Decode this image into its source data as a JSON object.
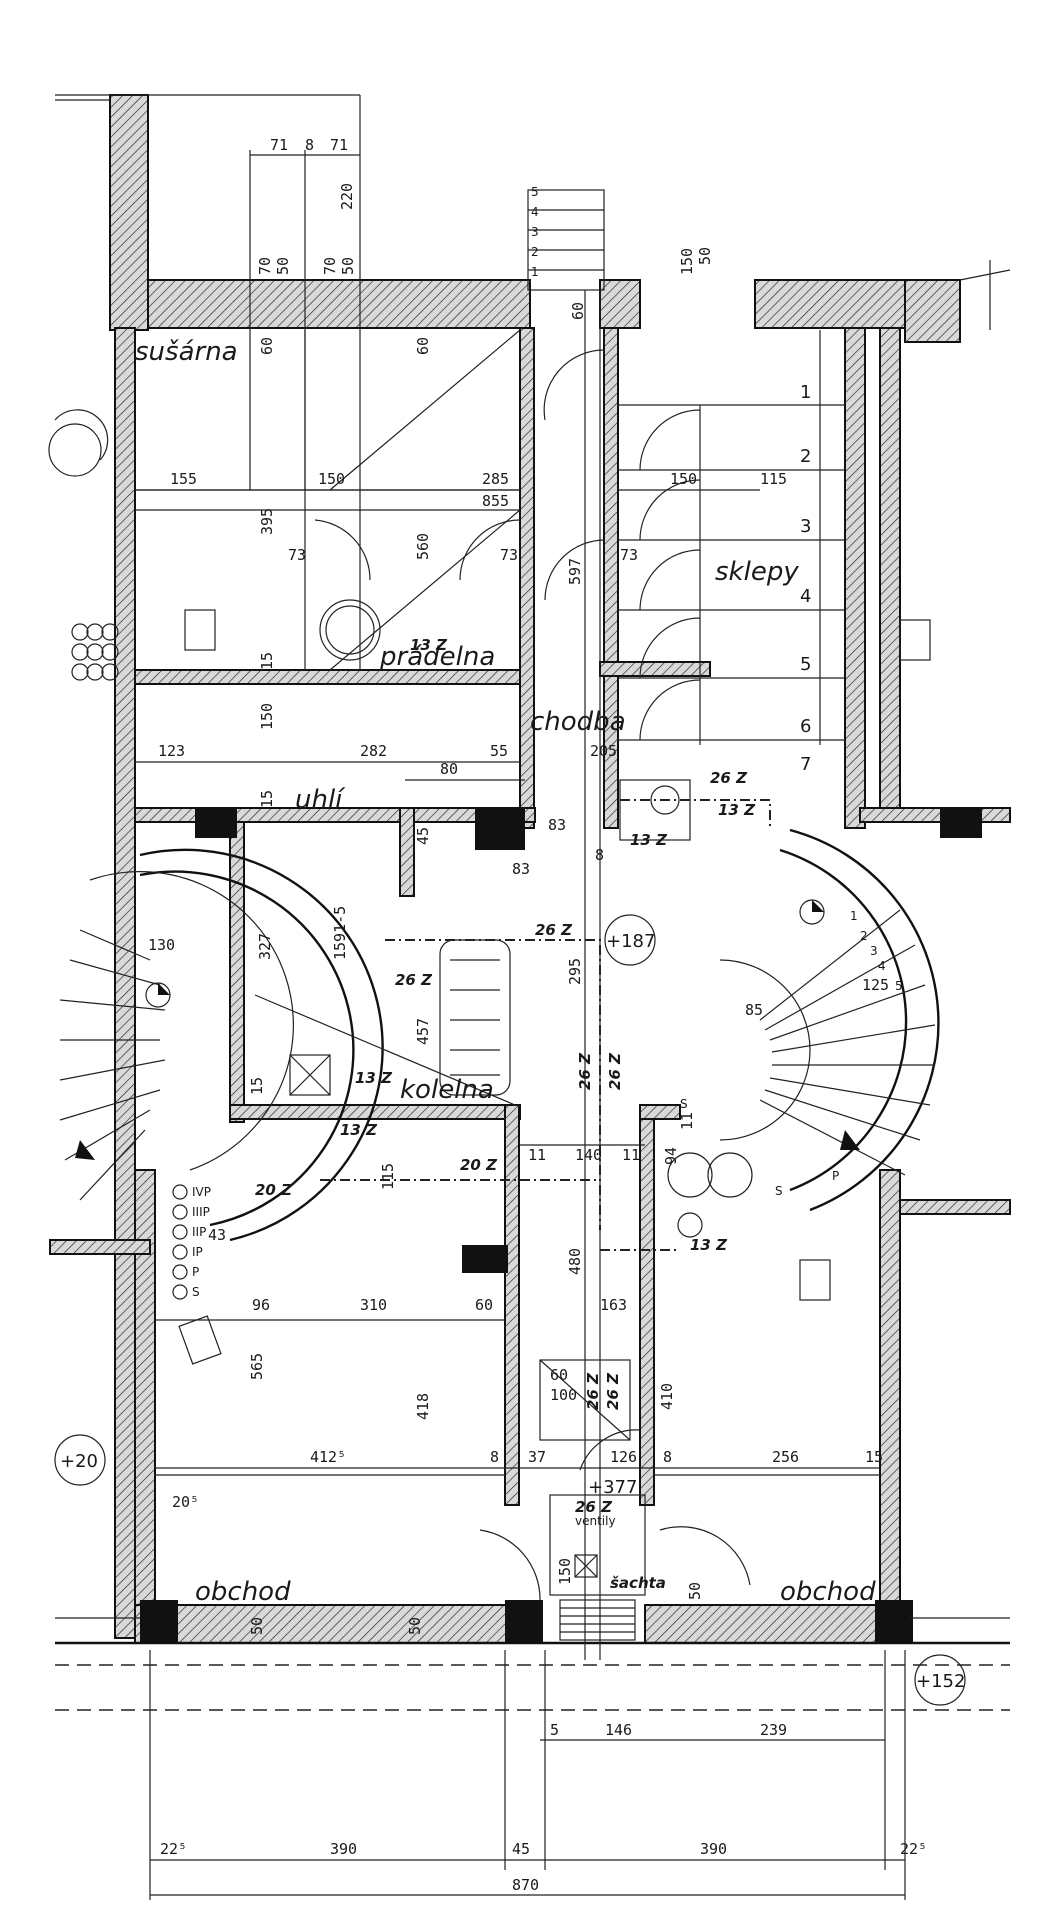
{
  "rooms": {
    "susarna": "sušárna",
    "pradelna": "prádelna",
    "sklepy": "sklepy",
    "chodba": "chodba",
    "uhli": "uhlí",
    "kolelna": "kolelna",
    "obchod_left": "obchod",
    "obchod_right": "obchod",
    "sachta": "šachta",
    "ventily": "ventily"
  },
  "cellar_numbers": [
    "1",
    "2",
    "3",
    "4",
    "5",
    "6",
    "7"
  ],
  "stair_steps": [
    "5",
    "4",
    "3",
    "2",
    "1"
  ],
  "level_marks": {
    "center": "+187",
    "left": "+20",
    "right": "+152",
    "shaft": "+377"
  },
  "notes": {
    "n26z_a": "26 Z",
    "n26z_b": "26 Z",
    "n26z_c": "26 Z",
    "n13z_a": "13 Z",
    "n13z_b": "13 Z",
    "n13z_c": "13 Z",
    "n13z_d": "13 Z",
    "n13z_e": "13 Z",
    "n13z_f": "13 Z",
    "n20z_a": "20 Z",
    "n20z_b": "20 Z",
    "n26z_v1": "26 Z",
    "n26z_v2": "26 Z",
    "n26z_v3": "26 Z",
    "n26z_v4": "26 Z",
    "n26z_shaft": "26 Z"
  },
  "electrical_labels": [
    "IVP",
    "IIIP",
    "IIP",
    "IP",
    "P",
    "S"
  ],
  "dimensions": {
    "top_71a": "71",
    "top_8": "8",
    "top_71b": "71",
    "v220": "220",
    "v70a": "70",
    "v50a": "50",
    "v70b": "70",
    "v50b": "50",
    "v60a": "60",
    "v60b": "60",
    "v60c": "60",
    "v150": "150",
    "v50c": "50",
    "d155": "155",
    "d150a": "150",
    "d285": "285",
    "d855": "855",
    "d150b": "150",
    "d115": "115",
    "v395": "395",
    "v73a": "73",
    "v560": "560",
    "v73b": "73",
    "v597": "597",
    "v73c": "73",
    "v15a": "15",
    "v150c": "150",
    "v15b": "15",
    "d123": "123",
    "d282": "282",
    "d55": "55",
    "d205": "205",
    "d80": "80",
    "v45": "45",
    "d83a": "83",
    "d83b": "83",
    "v8a": "8",
    "d130": "130",
    "v327": "327",
    "v1591": "1591-5",
    "v457": "457",
    "v295": "295",
    "d85": "85",
    "d125": "125",
    "v15c": "15",
    "d11a": "11",
    "d140": "140",
    "d11b": "11",
    "v94": "94",
    "v11": "11",
    "v115": "115",
    "d43": "43",
    "d96": "96",
    "d310": "310",
    "d60": "60",
    "d163": "163",
    "v480": "480",
    "v565": "565",
    "v418": "418",
    "v410": "410",
    "box_60": "60",
    "box_100": "100",
    "d412": "412⁵",
    "d8a": "8",
    "d37": "37",
    "d126": "126",
    "d8b": "8",
    "d256": "256",
    "d15": "15",
    "d20_5": "20⁵",
    "v50d": "50",
    "v50e": "50",
    "v50f": "50",
    "v150d": "150",
    "d5": "5",
    "d146": "146",
    "d239": "239",
    "b22_5a": "22⁵",
    "b390a": "390",
    "b45": "45",
    "b390b": "390",
    "b22_5b": "22⁵",
    "b870": "870",
    "s1": "1",
    "s2": "2",
    "s3": "3",
    "s4": "4",
    "s5": "5",
    "sP": "P",
    "sS": "S",
    "sS2": "S"
  }
}
